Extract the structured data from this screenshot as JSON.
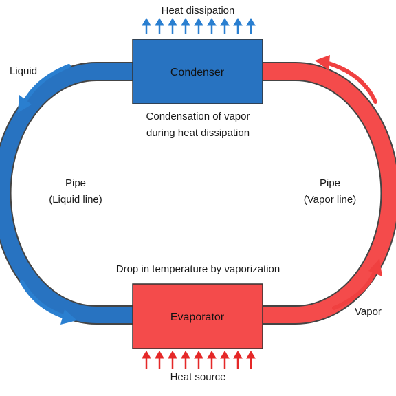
{
  "top_label": "Heat dissipation",
  "bottom_label": "Heat source",
  "condenser": {
    "label": "Condenser",
    "color": "#2873c1"
  },
  "evaporator": {
    "label": "Evaporator",
    "color": "#f44b4b"
  },
  "condensation_note": {
    "line1": "Condensation of vapor",
    "line2": "during heat dissipation"
  },
  "drop_note": "Drop in temperature by vaporization",
  "liquid_line": {
    "line1": "Pipe",
    "line2": "(Liquid line)",
    "color": "#2873c1"
  },
  "vapor_line": {
    "line1": "Pipe",
    "line2": "(Vapor line)",
    "color": "#f44b4b"
  },
  "liquid_label": "Liquid",
  "vapor_label": "Vapor",
  "colors": {
    "cold_pipe": "#2873c1",
    "hot_pipe": "#f44b4b",
    "cold_arrow": "#2a7fd0",
    "hot_arrow": "#f04040",
    "pipe_outline": "#444444"
  }
}
